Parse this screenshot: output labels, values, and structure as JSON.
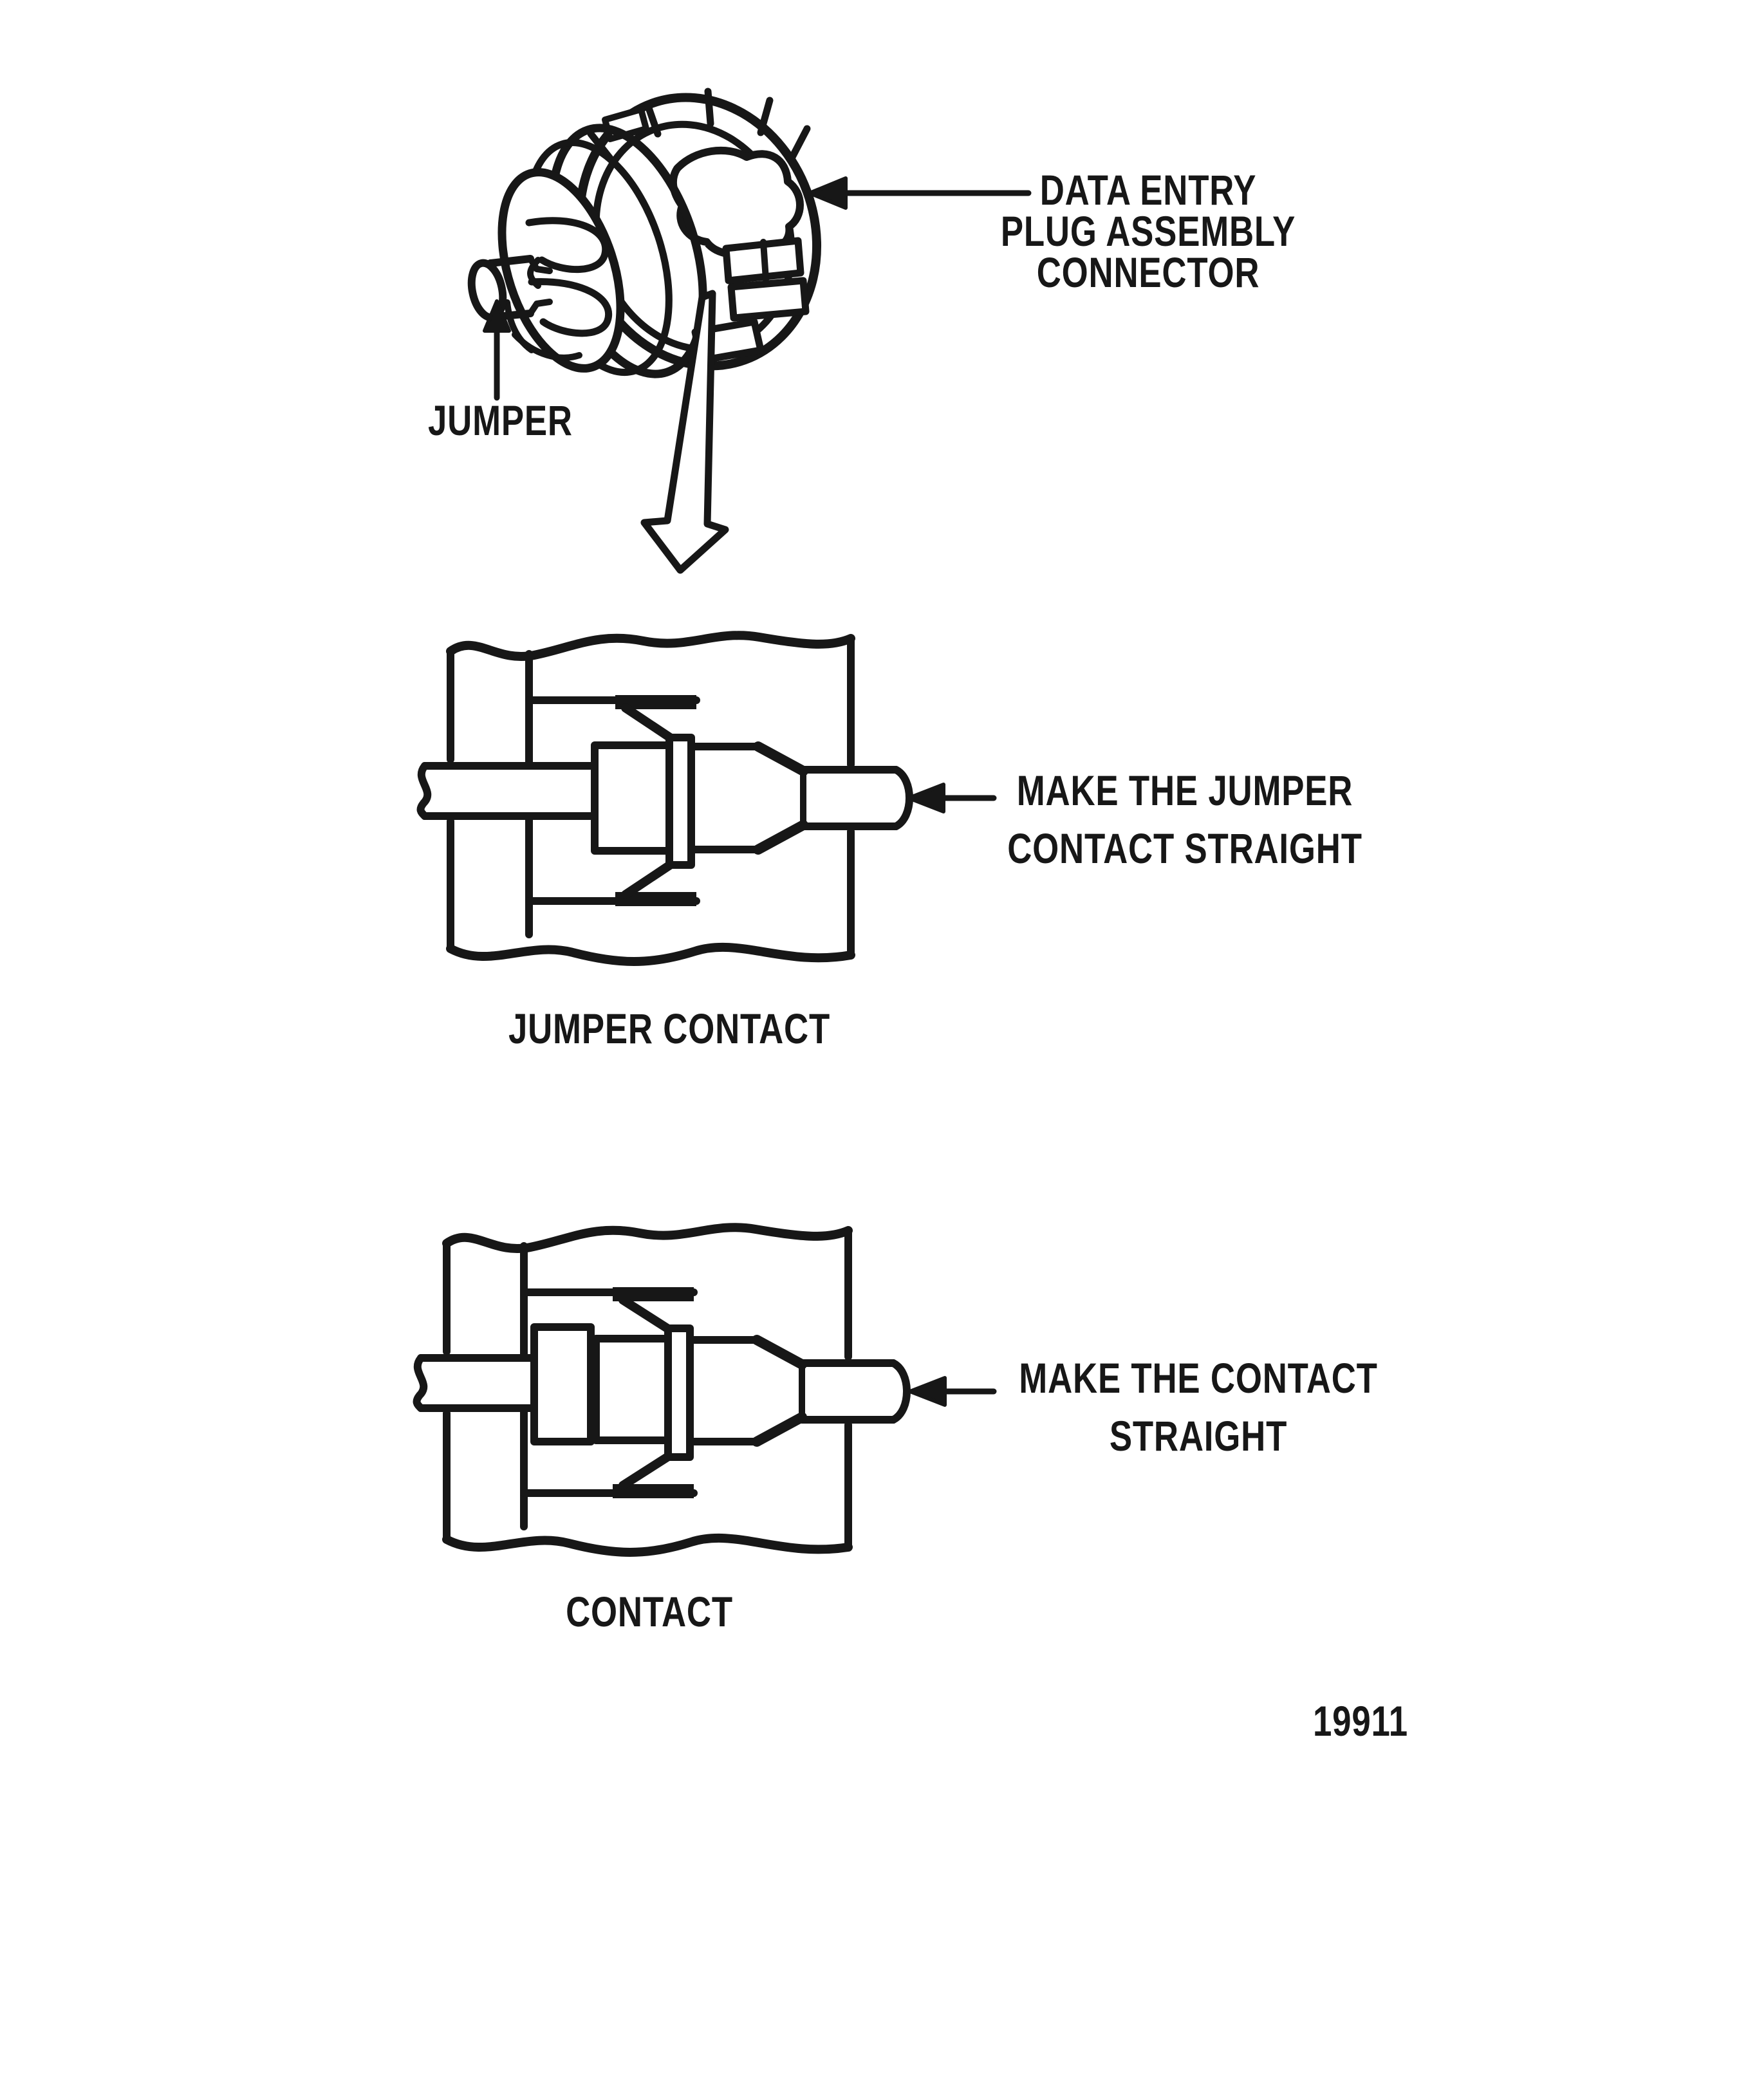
{
  "figure": {
    "number": "19911",
    "ink_color": "#171717",
    "background_color": "#ffffff"
  },
  "callouts": {
    "data_entry": {
      "lines": [
        "DATA ENTRY",
        "PLUG ASSEMBLY",
        "CONNECTOR"
      ]
    },
    "jumper": {
      "label": "JUMPER"
    },
    "make_jumper": {
      "lines": [
        "MAKE THE JUMPER",
        "CONTACT STRAIGHT"
      ]
    },
    "make_contact": {
      "lines": [
        "MAKE THE CONTACT",
        "STRAIGHT"
      ]
    }
  },
  "captions": {
    "jumper_contact": "JUMPER CONTACT",
    "contact": "CONTACT"
  }
}
